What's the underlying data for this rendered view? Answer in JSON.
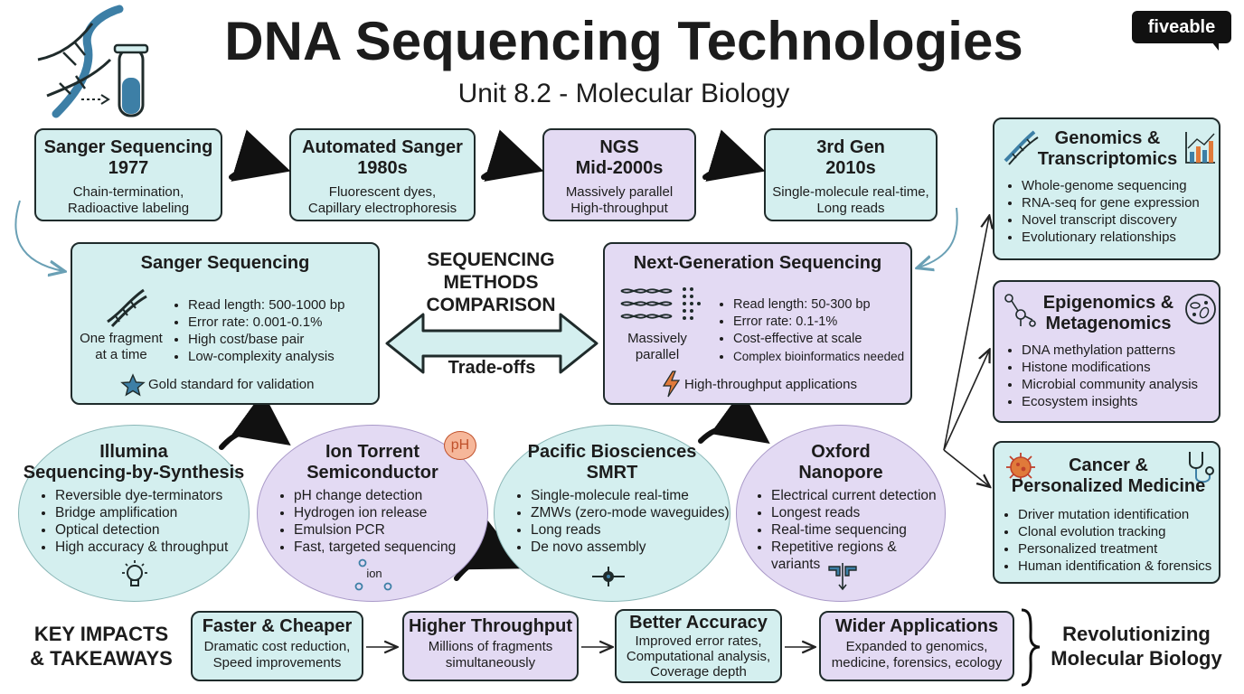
{
  "header": {
    "title": "DNA Sequencing Technologies",
    "subtitle": "Unit 8.2 - Molecular Biology",
    "brand": "fiveable"
  },
  "timeline": [
    {
      "title": "Sanger Sequencing",
      "year": "1977",
      "lines": [
        "Chain-termination,",
        "Radioactive labeling"
      ]
    },
    {
      "title": "Automated Sanger",
      "year": "1980s",
      "lines": [
        "Fluorescent dyes,",
        "Capillary electrophoresis"
      ]
    },
    {
      "title": "NGS",
      "year": "Mid-2000s",
      "lines": [
        "Massively parallel",
        "High-throughput"
      ]
    },
    {
      "title": "3rd Gen",
      "year": "2010s",
      "lines": [
        "Single-molecule real-time,",
        "Long reads"
      ]
    }
  ],
  "comparison": {
    "center_title": [
      "SEQUENCING",
      "METHODS",
      "COMPARISON"
    ],
    "center_label": "Trade-offs",
    "sanger": {
      "title": "Sanger Sequencing",
      "icon_caption": [
        "One fragment",
        "at a time"
      ],
      "bullets": [
        "Read length: 500-1000 bp",
        "Error rate: 0.001-0.1%",
        "High cost/base pair",
        "Low-complexity analysis"
      ],
      "footer": "Gold standard for validation"
    },
    "ngs": {
      "title": "Next-Generation Sequencing",
      "icon_caption": [
        "Massively",
        "parallel"
      ],
      "bullets": [
        "Read length: 50-300 bp",
        "Error rate: 0.1-1%",
        "Cost-effective at scale",
        "Complex bioinformatics needed"
      ],
      "footer": "High-throughput applications"
    }
  },
  "platforms": [
    {
      "title": [
        "Illumina",
        "Sequencing-by-Synthesis"
      ],
      "bullets": [
        "Reversible dye-terminators",
        "Bridge amplification",
        "Optical detection",
        "High accuracy & throughput"
      ]
    },
    {
      "title": [
        "Ion Torrent",
        "Semiconductor"
      ],
      "badge": "pH",
      "icon_label": "ion",
      "bullets": [
        "pH change detection",
        "Hydrogen ion release",
        "Emulsion PCR",
        "Fast, targeted sequencing"
      ]
    },
    {
      "title": [
        "Pacific Biosciences",
        "SMRT"
      ],
      "bullets": [
        "Single-molecule real-time",
        "ZMWs (zero-mode waveguides)",
        "Long reads",
        "De novo assembly"
      ]
    },
    {
      "title": [
        "Oxford",
        "Nanopore"
      ],
      "bullets": [
        "Electrical current detection",
        "Longest reads",
        "Real-time sequencing",
        "Repetitive regions & variants"
      ]
    }
  ],
  "applications": [
    {
      "title": [
        "Genomics &",
        "Transcriptomics"
      ],
      "bullets": [
        "Whole-genome sequencing",
        "RNA-seq for gene expression",
        "Novel transcript discovery",
        "Evolutionary relationships"
      ]
    },
    {
      "title": [
        "Epigenomics &",
        "Metagenomics"
      ],
      "bullets": [
        "DNA methylation patterns",
        "Histone modifications",
        "Microbial community analysis",
        "Ecosystem insights"
      ]
    },
    {
      "title": [
        "Cancer &",
        "Personalized Medicine"
      ],
      "bullets": [
        "Driver mutation identification",
        "Clonal evolution tracking",
        "Personalized treatment",
        "Human identification & forensics"
      ]
    }
  ],
  "takeaways": {
    "label": [
      "KEY IMPACTS",
      "& TAKEAWAYS"
    ],
    "items": [
      {
        "title": "Faster & Cheaper",
        "lines": [
          "Dramatic cost reduction,",
          "Speed improvements"
        ]
      },
      {
        "title": "Higher Throughput",
        "lines": [
          "Millions of fragments",
          "simultaneously"
        ]
      },
      {
        "title": "Better Accuracy",
        "lines": [
          "Improved error rates,",
          "Computational analysis,",
          "Coverage depth"
        ]
      },
      {
        "title": "Wider Applications",
        "lines": [
          "Expanded to genomics,",
          "medicine, forensics, ecology"
        ]
      }
    ],
    "conclusion": [
      "Revolutionizing",
      "Molecular Biology"
    ]
  },
  "colors": {
    "teal": "#d4efef",
    "lavender": "#e3daf3",
    "outline": "#1f2b2b",
    "accent_blue": "#3d7fa6",
    "accent_orange": "#e07a3a"
  }
}
